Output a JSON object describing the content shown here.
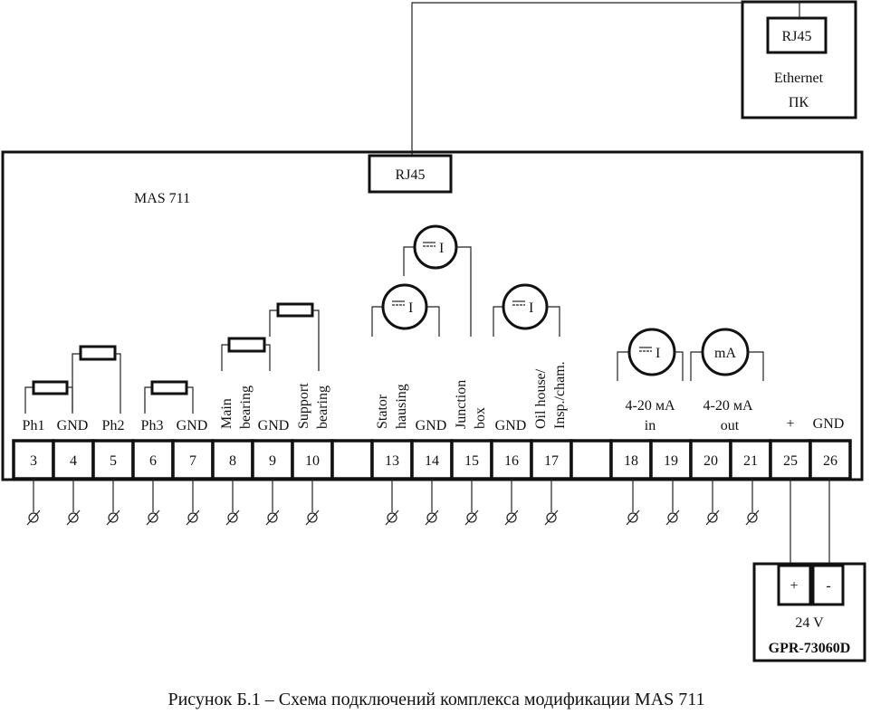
{
  "pc": {
    "connector": "RJ45",
    "line1": "Ethernet",
    "line2": "ПК"
  },
  "device": {
    "name": "MAS 711",
    "connector": "RJ45"
  },
  "terminals": [
    "3",
    "4",
    "5",
    "6",
    "7",
    "8",
    "9",
    "10",
    "",
    "13",
    "14",
    "15",
    "16",
    "17",
    "",
    "18",
    "19",
    "20",
    "21",
    "25",
    "26"
  ],
  "labels": {
    "ph1": "Ph1",
    "gnd": "GND",
    "ph2": "Ph2",
    "ph3": "Ph3",
    "main1": "Main",
    "main2": "bearing",
    "sup1": "Support",
    "sup2": "bearing",
    "stat1": "Stator",
    "stat2": "hausing",
    "junc1": "Junction",
    "junc2": "box",
    "oil1": "Oil house/",
    "oil2": "Insp./cham.",
    "in1": "4-20 мА",
    "in2": "in",
    "out1": "4-20 мА",
    "out2": "out",
    "plus": "+"
  },
  "sensor_symbol": "I",
  "meter_symbol": "mA",
  "power": {
    "plus": "+",
    "minus": "-",
    "voltage": "24 V",
    "model": "GPR-73060D"
  },
  "caption": "Рисунок Б.1 – Схема подключений комплекса модификации MAS 711"
}
